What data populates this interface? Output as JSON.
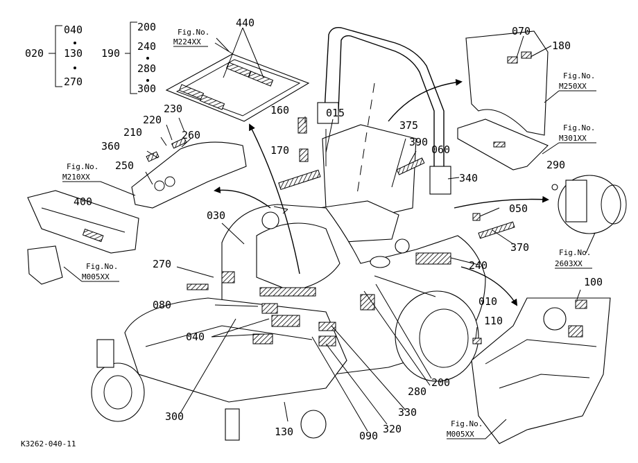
{
  "diagram": {
    "code": "K3262-040-11",
    "groups": [
      {
        "name": "020",
        "items": [
          "040",
          "130",
          "270"
        ]
      },
      {
        "name": "190",
        "items": [
          "200",
          "240",
          "280",
          "300"
        ]
      }
    ],
    "figure_refs": [
      {
        "line1": "Fig.No.",
        "line2": "M224XX"
      },
      {
        "line1": "Fig.No.",
        "line2": "M250XX"
      },
      {
        "line1": "Fig.No.",
        "line2": "M301XX"
      },
      {
        "line1": "Fig.No.",
        "line2": "M210XX"
      },
      {
        "line1": "Fig.No.",
        "line2": "M005XX"
      },
      {
        "line1": "Fig.No.",
        "line2": "2603XX"
      },
      {
        "line1": "Fig.No.",
        "line2": "M005XX"
      }
    ],
    "callouts": [
      "440",
      "070",
      "180",
      "160",
      "015",
      "375",
      "390",
      "220",
      "230",
      "210",
      "260",
      "360",
      "170",
      "250",
      "060",
      "290",
      "340",
      "400",
      "030",
      "050",
      "370",
      "240",
      "270",
      "080",
      "010",
      "100",
      "040",
      "110",
      "300",
      "280",
      "200",
      "130",
      "090",
      "320",
      "330"
    ]
  }
}
